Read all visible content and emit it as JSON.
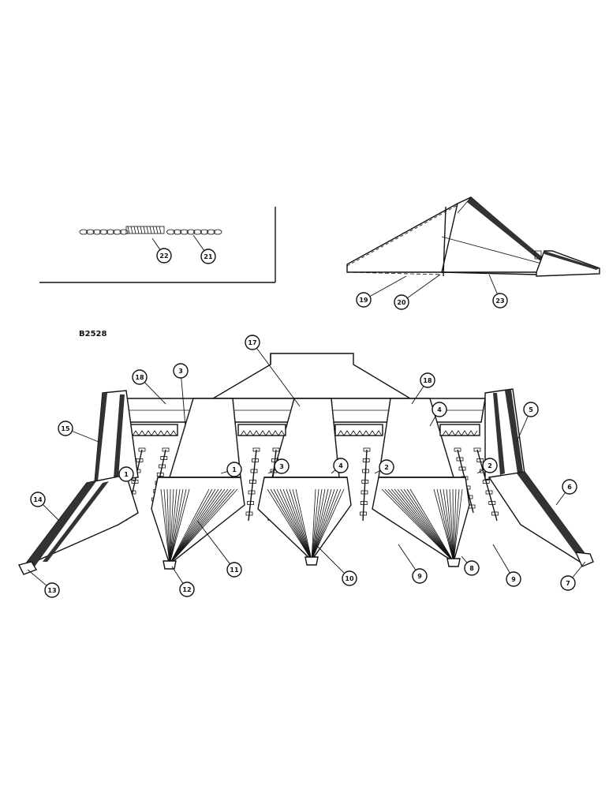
{
  "figure_ref": "B2528",
  "callouts": [
    {
      "id": "c22",
      "label": "22"
    },
    {
      "id": "c21",
      "label": "21"
    },
    {
      "id": "c19",
      "label": "19"
    },
    {
      "id": "c20",
      "label": "20"
    },
    {
      "id": "c23",
      "label": "23"
    },
    {
      "id": "c17",
      "label": "17"
    },
    {
      "id": "c18a",
      "label": "18"
    },
    {
      "id": "c18b",
      "label": "18"
    },
    {
      "id": "c3a",
      "label": "3"
    },
    {
      "id": "c4a",
      "label": "4"
    },
    {
      "id": "c5",
      "label": "5"
    },
    {
      "id": "c15",
      "label": "15"
    },
    {
      "id": "c1a",
      "label": "1"
    },
    {
      "id": "c1b",
      "label": "1"
    },
    {
      "id": "c3b",
      "label": "3"
    },
    {
      "id": "c4b",
      "label": "4"
    },
    {
      "id": "c2a",
      "label": "2"
    },
    {
      "id": "c2b",
      "label": "2"
    },
    {
      "id": "c6",
      "label": "6"
    },
    {
      "id": "c14",
      "label": "14"
    },
    {
      "id": "c13",
      "label": "13"
    },
    {
      "id": "c12",
      "label": "12"
    },
    {
      "id": "c11",
      "label": "11"
    },
    {
      "id": "c10",
      "label": "10"
    },
    {
      "id": "c9a",
      "label": "9"
    },
    {
      "id": "c8",
      "label": "8"
    },
    {
      "id": "c9b",
      "label": "9"
    },
    {
      "id": "c7",
      "label": "7"
    }
  ]
}
